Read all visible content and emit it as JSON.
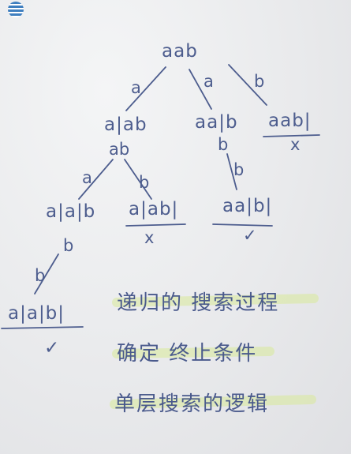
{
  "diagram": {
    "root": "aab",
    "level1": {
      "left": "a|ab",
      "middle": "aa|b",
      "right": "aab|",
      "right_mark": "x"
    },
    "level1_sub": {
      "left_under": "ab",
      "middle_under": "b"
    },
    "level2": {
      "left_left": "a|a|b",
      "left_right": "a|ab|",
      "left_right_mark": "x",
      "middle": "aa|b|",
      "middle_mark": "✓"
    },
    "level2_sub": {
      "left_left_under": "b"
    },
    "level3": {
      "leaf": "a|a|b|",
      "leaf_mark": "✓"
    },
    "edge_labels": {
      "root_left": "a",
      "root_middle": "a",
      "root_right": "b",
      "ab_left": "a",
      "ab_right": "b",
      "b_down": "b",
      "leaf_edge": "b"
    }
  },
  "notes": {
    "line1": "递归的 搜索过程",
    "line2": "确定 终止条件",
    "line3": "单层搜索的逻辑"
  },
  "logo": {
    "icon": "striped-globe-logo"
  }
}
